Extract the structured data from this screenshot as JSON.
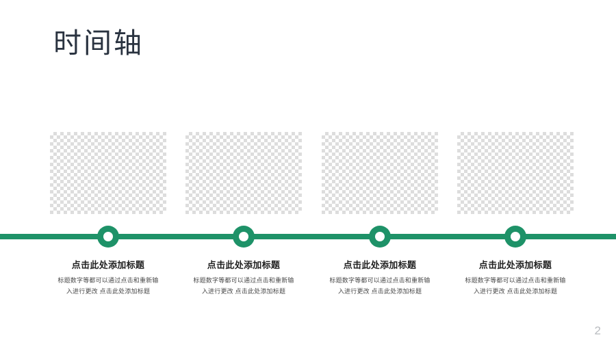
{
  "slide": {
    "title": "时间轴",
    "page_number": "2",
    "background_color": "#ffffff",
    "accent_color": "#1e9268",
    "title_color": "#2a3340"
  },
  "timeline": {
    "axis_color": "#1e9268",
    "node_icon": "circle-ring-icon",
    "items": [
      {
        "heading": "点击此处添加标题",
        "body": "标题数字等都可以通过点击和重新输入进行更改 点击此处添加标题",
        "image_placeholder": "image-placeholder-checkerboard"
      },
      {
        "heading": "点击此处添加标题",
        "body": "标题数字等都可以通过点击和重新输入进行更改 点击此处添加标题",
        "image_placeholder": "image-placeholder-checkerboard"
      },
      {
        "heading": "点击此处添加标题",
        "body": "标题数字等都可以通过点击和重新输入进行更改 点击此处添加标题",
        "image_placeholder": "image-placeholder-checkerboard"
      },
      {
        "heading": "点击此处添加标题",
        "body": "标题数字等都可以通过点击和重新输入进行更改 点击此处添加标题",
        "image_placeholder": "image-placeholder-checkerboard"
      }
    ]
  }
}
